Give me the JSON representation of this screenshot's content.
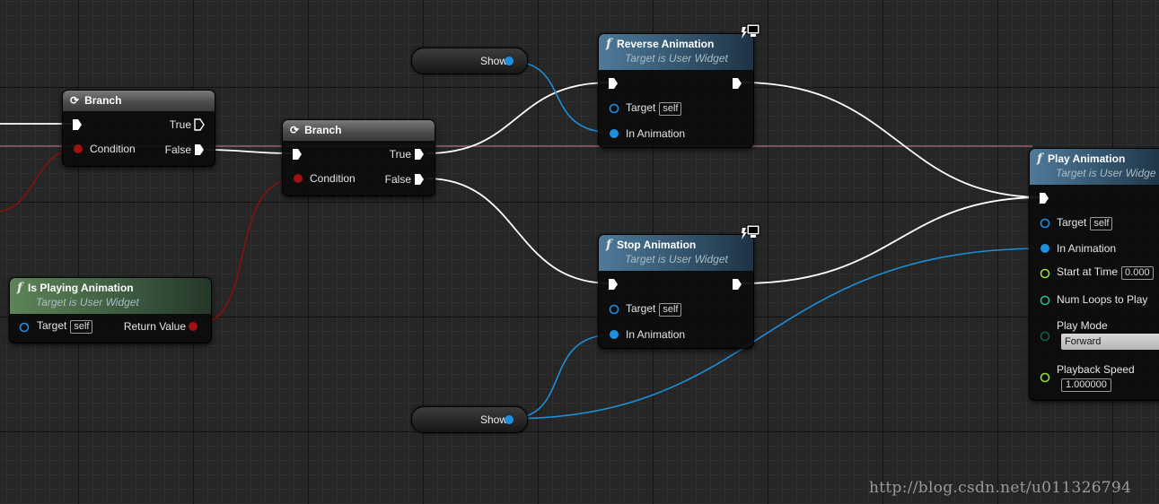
{
  "branch1": {
    "title": "Branch",
    "true_label": "True",
    "false_label": "False",
    "condition_label": "Condition"
  },
  "branch2": {
    "title": "Branch",
    "true_label": "True",
    "false_label": "False",
    "condition_label": "Condition"
  },
  "is_playing": {
    "title": "Is Playing Animation",
    "subtitle": "Target is User Widget",
    "target_label": "Target",
    "target_value": "self",
    "return_label": "Return Value"
  },
  "reverse": {
    "title": "Reverse Animation",
    "subtitle": "Target is User Widget",
    "target_label": "Target",
    "target_value": "self",
    "anim_label": "In Animation"
  },
  "stop": {
    "title": "Stop Animation",
    "subtitle": "Target is User Widget",
    "target_label": "Target",
    "target_value": "self",
    "anim_label": "In Animation"
  },
  "play": {
    "title": "Play Animation",
    "subtitle": "Target is User Widge",
    "target_label": "Target",
    "target_value": "self",
    "anim_label": "In Animation",
    "start_label": "Start at Time",
    "start_value": "0.000",
    "loops_label": "Num Loops to Play",
    "mode_label": "Play Mode",
    "mode_value": "Forward",
    "speed_label": "Playback Speed",
    "speed_value": "1.000000"
  },
  "show_top": {
    "label": "Show"
  },
  "show_bottom": {
    "label": "Show"
  },
  "watermark": {
    "text": "http://blog.csdn.net/u011326794"
  },
  "colors": {
    "exec_wire": "#ffffff",
    "bool_wire": "#8a1010",
    "object_wire": "#1d8fd8",
    "bool_pin": "#a01010",
    "object_pin": "#1e90e0",
    "float_pin": "#9adc30",
    "int_pin": "#20c080",
    "enum_pin": "#106050"
  }
}
